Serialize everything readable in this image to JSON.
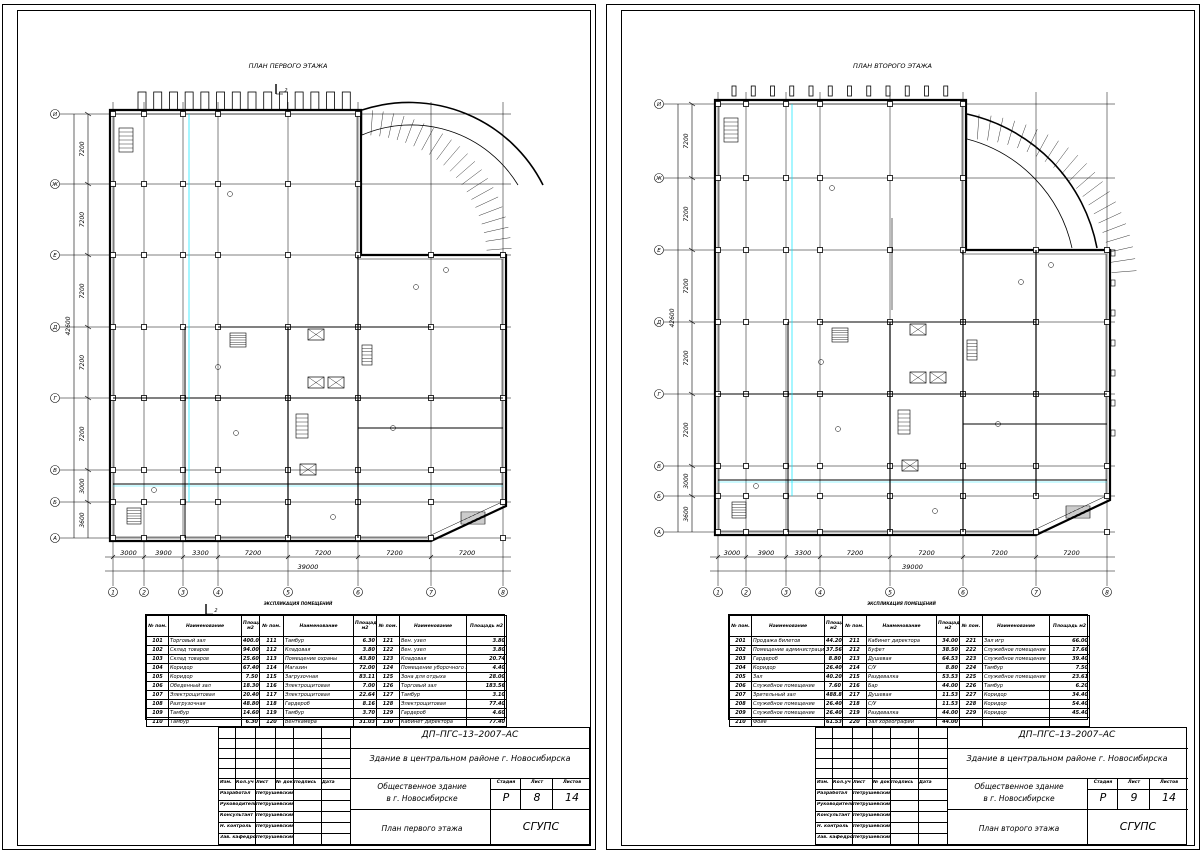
{
  "sheets": [
    {
      "plan_title": "ПЛАН ПЕРВОГО ЭТАЖА",
      "explication_caption": "ЭКСПЛИКАЦИЯ ПОМЕЩЕНИЙ",
      "section_mark": "2",
      "axes_letters": [
        "И",
        "Ж",
        "Е",
        "Д",
        "Г",
        "В",
        "Б",
        "А"
      ],
      "axes_numbers": [
        "1",
        "2",
        "3",
        "4",
        "5",
        "6",
        "7",
        "8"
      ],
      "dims_x": [
        "3000",
        "3900",
        "3300",
        "7200",
        "7200",
        "7200",
        "7200"
      ],
      "dim_x_total": "39000",
      "dims_y": [
        "7200",
        "7200",
        "7200",
        "7200",
        "7200",
        "3000",
        "3600"
      ],
      "dim_y_total": "42600",
      "explication": {
        "headers": [
          "№ пом.",
          "Наименование",
          "Площадь м2"
        ],
        "groups": [
          [
            [
              "101",
              "Торговый зал",
              "400.00"
            ],
            [
              "102",
              "Склад товаров",
              "94.00"
            ],
            [
              "103",
              "Склад товаров",
              "25.60"
            ],
            [
              "104",
              "Коридор",
              "67.40"
            ],
            [
              "105",
              "Коридор",
              "7.50"
            ],
            [
              "106",
              "Обеденный зал",
              "18.30"
            ],
            [
              "107",
              "Электрощитовая",
              "20.40"
            ],
            [
              "108",
              "Разгрузочная",
              "48.80"
            ],
            [
              "109",
              "Тамбур",
              "14.60"
            ],
            [
              "110",
              "Тамбур",
              "6.30"
            ]
          ],
          [
            [
              "111",
              "Тамбур",
              "6.30"
            ],
            [
              "112",
              "Кладовая",
              "3.80"
            ],
            [
              "113",
              "Помещение охраны",
              "43.80"
            ],
            [
              "114",
              "Магазин",
              "72.00"
            ],
            [
              "115",
              "Загрузочная",
              "83.11"
            ],
            [
              "116",
              "Электрощитовая",
              "7.00"
            ],
            [
              "117",
              "Электрощитовая",
              "22.64"
            ],
            [
              "118",
              "Гардероб",
              "8.16"
            ],
            [
              "119",
              "Тамбур",
              "3.70"
            ],
            [
              "120",
              "Венткамера",
              "31.03"
            ]
          ],
          [
            [
              "121",
              "Вен. узел",
              "3.80"
            ],
            [
              "122",
              "Вен. узел",
              "3.80"
            ],
            [
              "123",
              "Кладовая",
              "20.74"
            ],
            [
              "124",
              "Помещение уборочного инвентаря",
              "4.40"
            ],
            [
              "125",
              "Зона для отдыха",
              "28.00"
            ],
            [
              "126",
              "Торговый зал",
              "183.56"
            ],
            [
              "127",
              "Тамбур",
              "3.10"
            ],
            [
              "128",
              "Электрощитовая",
              "77.40"
            ],
            [
              "129",
              "Гардероб",
              "4.60"
            ],
            [
              "130",
              "Кабинет директора",
              "77.40"
            ]
          ]
        ]
      },
      "title_block": {
        "code": "ДП–ПГС–13–2007–АС",
        "project": "Здание в центральном районе г. Новосибирска",
        "building_line1": "Общественное здание",
        "building_line2": "в г. Новосибирске",
        "sheet_name": "План первого этажа",
        "org": "СГУПС",
        "stage_label": "Стадия",
        "sheet_label": "Лист",
        "sheets_label": "Листов",
        "stage": "Р",
        "sheet": "8",
        "sheets": "14",
        "rev_headers": [
          "Изм.",
          "Кол.уч",
          "Лист",
          "№ док.",
          "Подпись",
          "Дата"
        ],
        "roles": [
          "Разработал",
          "Руководитель",
          "Консультант",
          "Н. контроль",
          "Зав. кафедрой"
        ],
        "names": [
          "Петрушевский",
          "Петрушевский",
          "Петрушевский",
          "Петрушевский",
          "Петрушевский"
        ]
      }
    },
    {
      "plan_title": "ПЛАН ВТОРОГО ЭТАЖА",
      "explication_caption": "ЭКСПЛИКАЦИЯ ПОМЕЩЕНИЙ",
      "section_mark": "",
      "axes_letters": [
        "И",
        "Ж",
        "Е",
        "Д",
        "Г",
        "В",
        "Б",
        "А"
      ],
      "axes_numbers": [
        "1",
        "2",
        "3",
        "4",
        "5",
        "6",
        "7",
        "8"
      ],
      "dims_x": [
        "3000",
        "3900",
        "3300",
        "7200",
        "7200",
        "7200",
        "7200"
      ],
      "dim_x_total": "39000",
      "dims_y": [
        "7200",
        "7200",
        "7200",
        "7200",
        "7200",
        "3000",
        "3600"
      ],
      "dim_y_total": "42600",
      "explication": {
        "headers": [
          "№ пом.",
          "Наименование",
          "Площадь м2"
        ],
        "groups": [
          [
            [
              "201",
              "Продажа билетов",
              "44.20"
            ],
            [
              "202",
              "Помещение администрации",
              "37.56"
            ],
            [
              "203",
              "Гардероб",
              "8.80"
            ],
            [
              "204",
              "Коридор",
              "26.40"
            ],
            [
              "205",
              "Зал",
              "40.20"
            ],
            [
              "206",
              "Служебное помещение",
              "7.60"
            ],
            [
              "207",
              "Зрительный зал",
              "488.80"
            ],
            [
              "208",
              "Служебное помещение",
              "26.40"
            ],
            [
              "209",
              "Служебное помещение",
              "26.40"
            ],
            [
              "210",
              "Фойе",
              "61.53"
            ]
          ],
          [
            [
              "211",
              "Кабинет директора",
              "34.00"
            ],
            [
              "212",
              "Буфет",
              "38.50"
            ],
            [
              "213",
              "Душевая",
              "64.53"
            ],
            [
              "214",
              "С/У",
              "8.80"
            ],
            [
              "215",
              "Раздевалка",
              "53.53"
            ],
            [
              "216",
              "Бар",
              "44.00"
            ],
            [
              "217",
              "Душевая",
              "11.53"
            ],
            [
              "218",
              "С/У",
              "11.53"
            ],
            [
              "219",
              "Раздевалка",
              "44.00"
            ],
            [
              "220",
              "Зал хореографии",
              "44.00"
            ]
          ],
          [
            [
              "221",
              "Зал игр",
              "66.00"
            ],
            [
              "222",
              "Служебное помещение",
              "17.66"
            ],
            [
              "223",
              "Служебное помещение",
              "39.40"
            ],
            [
              "224",
              "Тамбур",
              "7.50"
            ],
            [
              "225",
              "Служебное помещение",
              "23.61"
            ],
            [
              "226",
              "Тамбур",
              "6.20"
            ],
            [
              "227",
              "Коридор",
              "34.40"
            ],
            [
              "228",
              "Коридор",
              "54.40"
            ],
            [
              "229",
              "Коридор",
              "45.40"
            ],
            [
              "",
              "",
              ""
            ]
          ]
        ]
      },
      "title_block": {
        "code": "ДП–ПГС–13–2007–АС",
        "project": "Здание в центральном районе г. Новосибирска",
        "building_line1": "Общественное здание",
        "building_line2": "в г. Новосибирске",
        "sheet_name": "План второго этажа",
        "org": "СГУПС",
        "stage_label": "Стадия",
        "sheet_label": "Лист",
        "sheets_label": "Листов",
        "stage": "Р",
        "sheet": "9",
        "sheets": "14",
        "rev_headers": [
          "Изм.",
          "Кол.уч",
          "Лист",
          "№ док.",
          "Подпись",
          "Дата"
        ],
        "roles": [
          "Разработал",
          "Руководитель",
          "Консультант",
          "Н. контроль",
          "Зав. кафедрой"
        ],
        "names": [
          "Петрушевский",
          "Петрушевский",
          "Петрушевский",
          "Петрушевский",
          "Петрушевский"
        ]
      }
    }
  ],
  "colors": {
    "line": "#000000",
    "dimension_accent": "#00e5ff"
  }
}
